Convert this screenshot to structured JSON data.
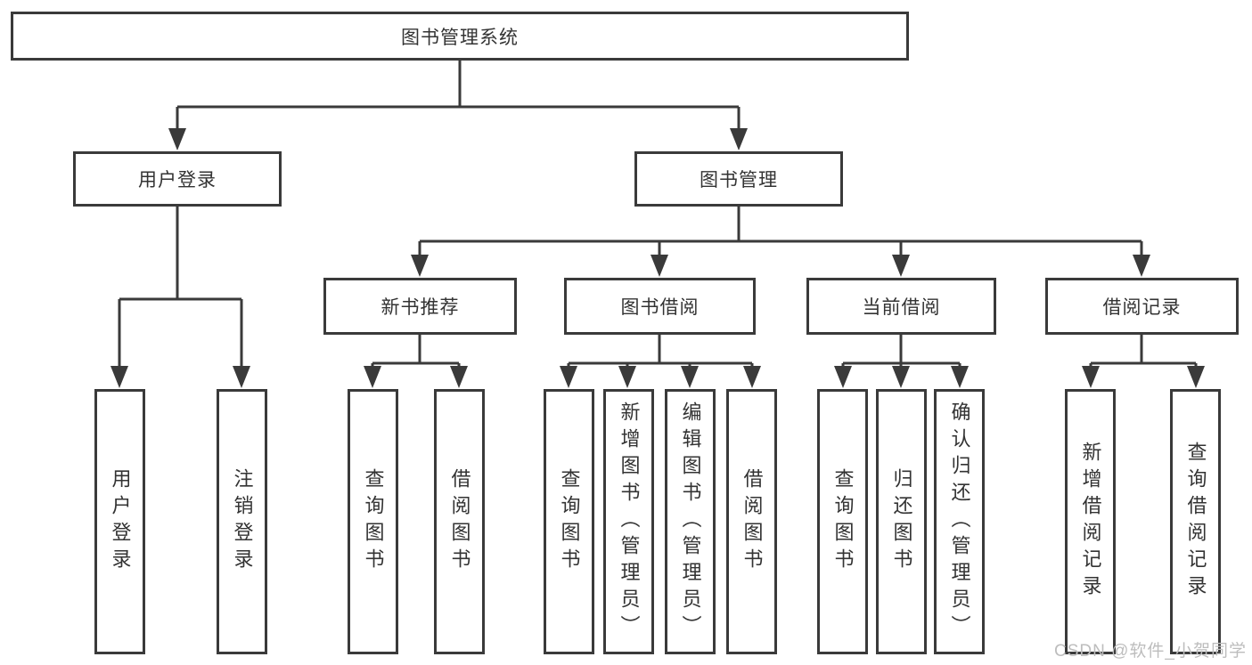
{
  "root_label": "图书管理系统",
  "level2": {
    "user_login": "用户登录",
    "book_management": "图书管理"
  },
  "level3": {
    "new_book_recommend": "新书推荐",
    "book_borrowing": "图书借阅",
    "current_borrowing": "当前借阅",
    "borrowing_records": "借阅记录"
  },
  "leaves": {
    "user_login": [
      "用户登录",
      "注销登录"
    ],
    "new_book_recommend": [
      "查询图书",
      "借阅图书"
    ],
    "book_borrowing": [
      "查询图书",
      "新增图书（管理员）",
      "编辑图书（管理员）",
      "借阅图书"
    ],
    "current_borrowing": [
      "查询图书",
      "归还图书",
      "确认归还（管理员）"
    ],
    "borrowing_records": [
      "新增借阅记录",
      "查询借阅记录"
    ]
  },
  "watermark": "CSDN @软件_小贺同学",
  "colors": {
    "line": "#3a3a3a",
    "text": "#333333",
    "background": "#ffffff",
    "watermark": "#bdbdbd"
  }
}
